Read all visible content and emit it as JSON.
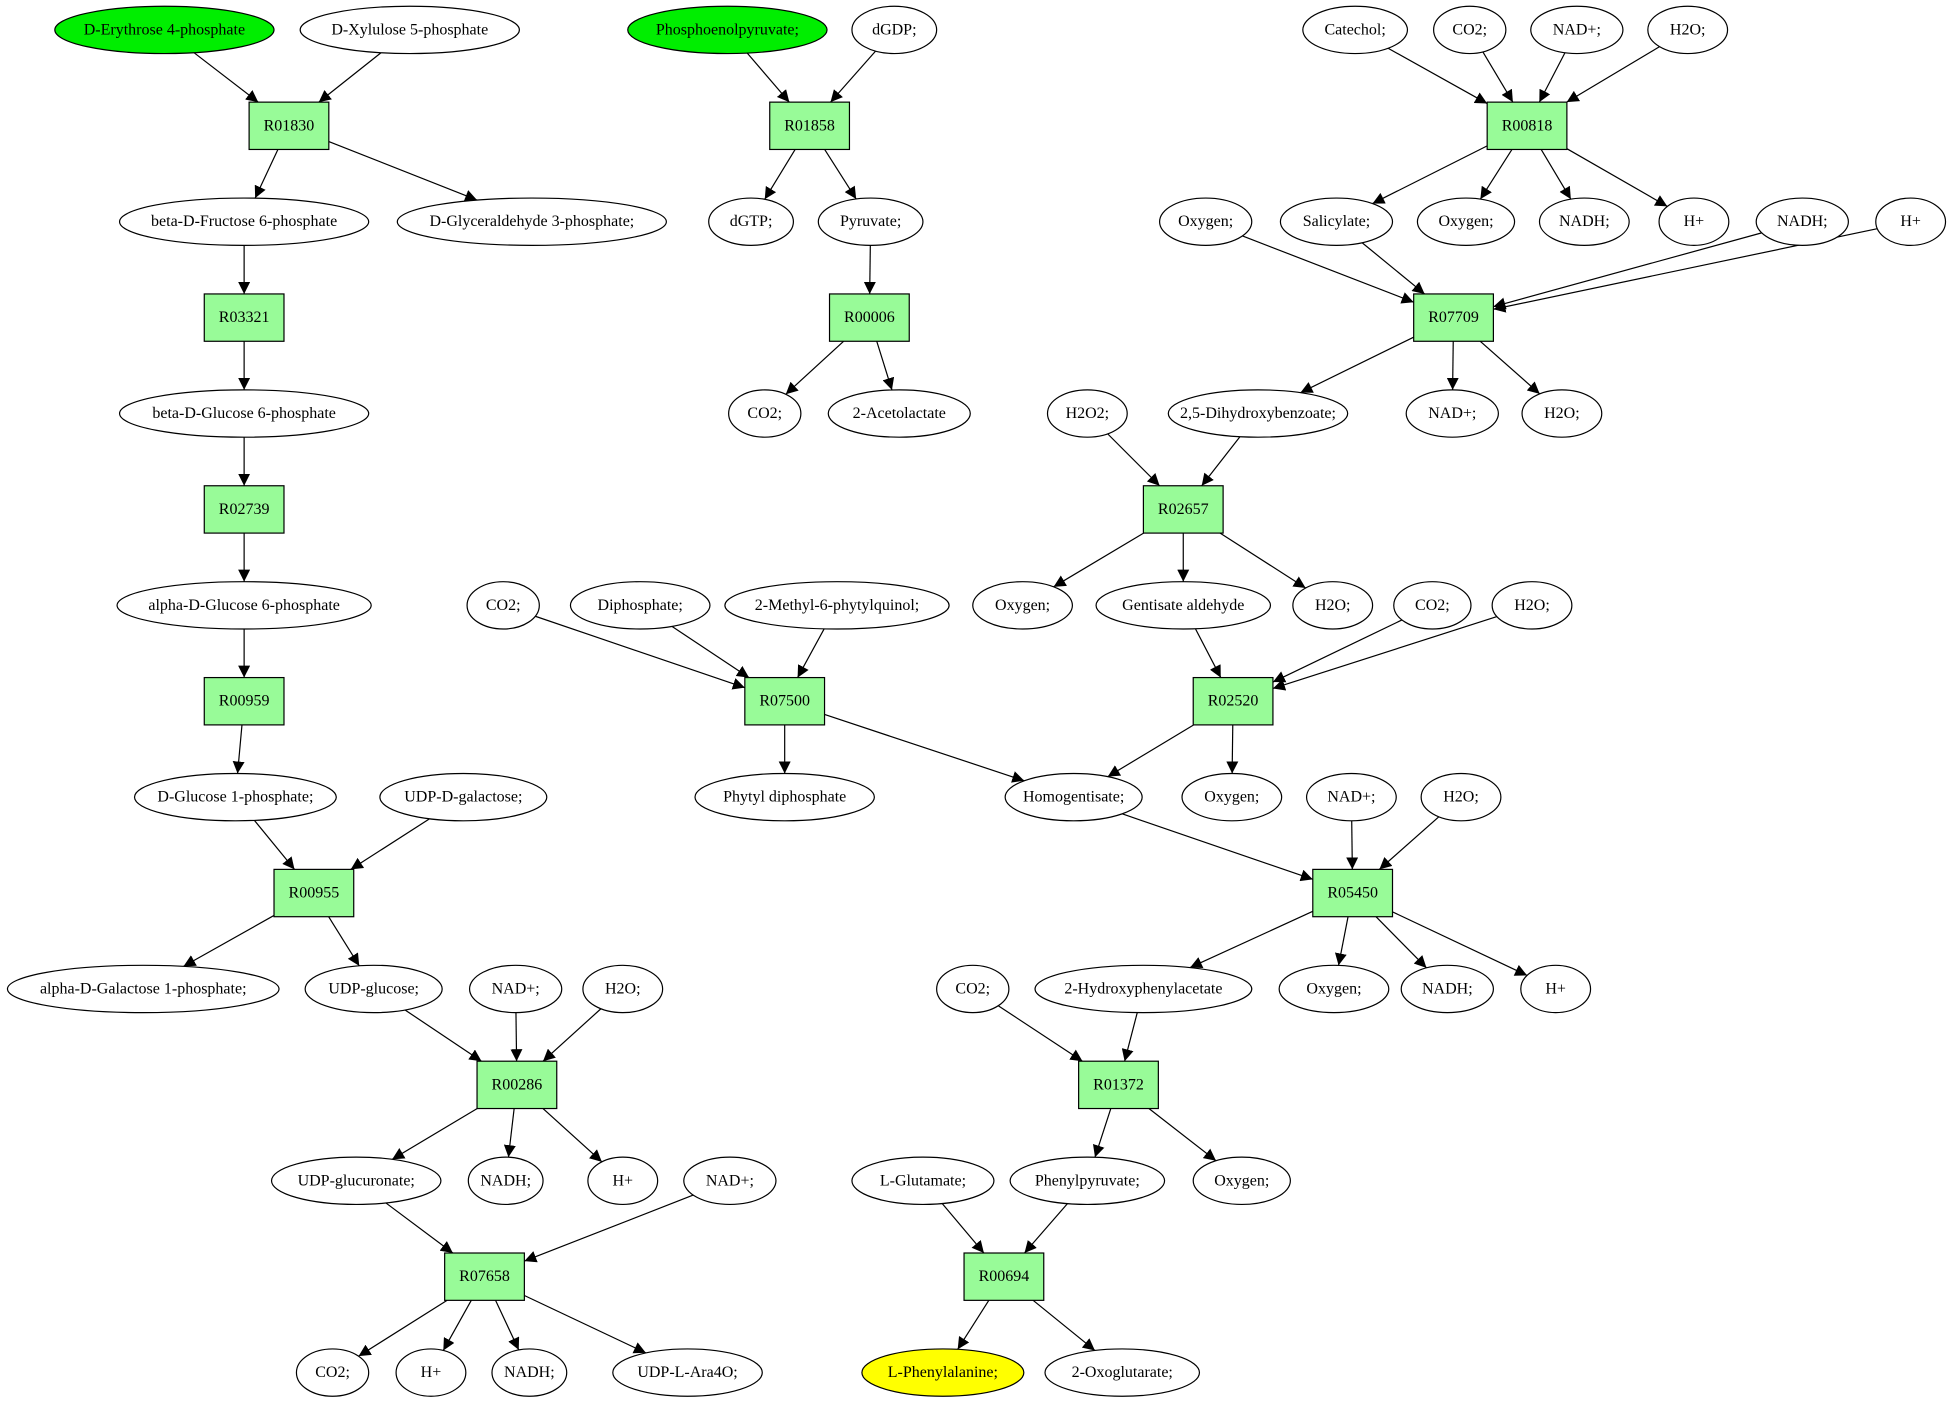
{
  "colors": {
    "reaction_fill": "#98fb98",
    "compound_fill": "#ffffff",
    "start_fill": "#00ee00",
    "target_fill": "#ffff00"
  },
  "reactions": [
    {
      "id": "r01830",
      "label": "R01830"
    },
    {
      "id": "r03321",
      "label": "R03321"
    },
    {
      "id": "r02739",
      "label": "R02739"
    },
    {
      "id": "r00959",
      "label": "R00959"
    },
    {
      "id": "r00955",
      "label": "R00955"
    },
    {
      "id": "r00286",
      "label": "R00286"
    },
    {
      "id": "r07658",
      "label": "R07658"
    },
    {
      "id": "r01858",
      "label": "R01858"
    },
    {
      "id": "r00006",
      "label": "R00006"
    },
    {
      "id": "r00818",
      "label": "R00818"
    },
    {
      "id": "r07709",
      "label": "R07709"
    },
    {
      "id": "r02657",
      "label": "R02657"
    },
    {
      "id": "r07500",
      "label": "R07500"
    },
    {
      "id": "r02520",
      "label": "R02520"
    },
    {
      "id": "r05450",
      "label": "R05450"
    },
    {
      "id": "r01372",
      "label": "R01372"
    },
    {
      "id": "r00694",
      "label": "R00694"
    }
  ],
  "compounds": [
    {
      "id": "e4p",
      "label": "D-Erythrose 4-phosphate",
      "kind": "start"
    },
    {
      "id": "xu5p",
      "label": "D-Xylulose 5-phosphate",
      "kind": "normal"
    },
    {
      "id": "bf6p",
      "label": "beta-D-Fructose 6-phosphate",
      "kind": "normal"
    },
    {
      "id": "g3p",
      "label": "D-Glyceraldehyde 3-phosphate;",
      "kind": "normal"
    },
    {
      "id": "bg6p",
      "label": "beta-D-Glucose 6-phosphate",
      "kind": "normal"
    },
    {
      "id": "ag6p",
      "label": "alpha-D-Glucose 6-phosphate",
      "kind": "normal"
    },
    {
      "id": "g1p",
      "label": "D-Glucose 1-phosphate;",
      "kind": "normal"
    },
    {
      "id": "udpgal",
      "label": "UDP-D-galactose;",
      "kind": "normal"
    },
    {
      "id": "agal1p",
      "label": "alpha-D-Galactose 1-phosphate;",
      "kind": "normal"
    },
    {
      "id": "udpglc",
      "label": "UDP-glucose;",
      "kind": "normal"
    },
    {
      "id": "nad_a",
      "label": "NAD+;",
      "kind": "normal"
    },
    {
      "id": "h2o_a",
      "label": "H2O;",
      "kind": "normal"
    },
    {
      "id": "udpglcu",
      "label": "UDP-glucuronate;",
      "kind": "normal"
    },
    {
      "id": "nadh_a",
      "label": "NADH;",
      "kind": "normal"
    },
    {
      "id": "hplus_a",
      "label": "H+",
      "kind": "normal"
    },
    {
      "id": "nad_b",
      "label": "NAD+;",
      "kind": "normal"
    },
    {
      "id": "co2_a",
      "label": "CO2;",
      "kind": "normal"
    },
    {
      "id": "hplus_b",
      "label": "H+",
      "kind": "normal"
    },
    {
      "id": "nadh_b",
      "label": "NADH;",
      "kind": "normal"
    },
    {
      "id": "udpara",
      "label": "UDP-L-Ara4O;",
      "kind": "normal"
    },
    {
      "id": "pep",
      "label": "Phosphoenolpyruvate;",
      "kind": "start"
    },
    {
      "id": "dgdp",
      "label": "dGDP;",
      "kind": "normal"
    },
    {
      "id": "dgtp",
      "label": "dGTP;",
      "kind": "normal"
    },
    {
      "id": "pyr",
      "label": "Pyruvate;",
      "kind": "normal"
    },
    {
      "id": "co2_b",
      "label": "CO2;",
      "kind": "normal"
    },
    {
      "id": "acetolac",
      "label": "2-Acetolactate",
      "kind": "normal"
    },
    {
      "id": "catechol",
      "label": "Catechol;",
      "kind": "normal"
    },
    {
      "id": "co2_c",
      "label": "CO2;",
      "kind": "normal"
    },
    {
      "id": "nad_c",
      "label": "NAD+;",
      "kind": "normal"
    },
    {
      "id": "h2o_c",
      "label": "H2O;",
      "kind": "normal"
    },
    {
      "id": "oxy_a",
      "label": "Oxygen;",
      "kind": "normal"
    },
    {
      "id": "salicyl",
      "label": "Salicylate;",
      "kind": "normal"
    },
    {
      "id": "oxy_b",
      "label": "Oxygen;",
      "kind": "normal"
    },
    {
      "id": "nadh_c",
      "label": "NADH;",
      "kind": "normal"
    },
    {
      "id": "hplus_c",
      "label": "H+",
      "kind": "normal"
    },
    {
      "id": "nadh_d",
      "label": "NADH;",
      "kind": "normal"
    },
    {
      "id": "hplus_d",
      "label": "H+",
      "kind": "normal"
    },
    {
      "id": "h2o2",
      "label": "H2O2;",
      "kind": "normal"
    },
    {
      "id": "dhb",
      "label": "2,5-Dihydroxybenzoate;",
      "kind": "normal"
    },
    {
      "id": "nad_d",
      "label": "NAD+;",
      "kind": "normal"
    },
    {
      "id": "h2o_d",
      "label": "H2O;",
      "kind": "normal"
    },
    {
      "id": "co2_d",
      "label": "CO2;",
      "kind": "normal"
    },
    {
      "id": "diphos",
      "label": "Diphosphate;",
      "kind": "normal"
    },
    {
      "id": "mpq",
      "label": "2-Methyl-6-phytylquinol;",
      "kind": "normal"
    },
    {
      "id": "oxy_c",
      "label": "Oxygen;",
      "kind": "normal"
    },
    {
      "id": "gentald",
      "label": "Gentisate aldehyde",
      "kind": "normal"
    },
    {
      "id": "h2o_e",
      "label": "H2O;",
      "kind": "normal"
    },
    {
      "id": "co2_e",
      "label": "CO2;",
      "kind": "normal"
    },
    {
      "id": "h2o_f",
      "label": "H2O;",
      "kind": "normal"
    },
    {
      "id": "phytdp",
      "label": "Phytyl diphosphate",
      "kind": "normal"
    },
    {
      "id": "homogent",
      "label": "Homogentisate;",
      "kind": "normal"
    },
    {
      "id": "oxy_d",
      "label": "Oxygen;",
      "kind": "normal"
    },
    {
      "id": "nad_e",
      "label": "NAD+;",
      "kind": "normal"
    },
    {
      "id": "h2o_g",
      "label": "H2O;",
      "kind": "normal"
    },
    {
      "id": "co2_f",
      "label": "CO2;",
      "kind": "normal"
    },
    {
      "id": "hpa",
      "label": "2-Hydroxyphenylacetate",
      "kind": "normal"
    },
    {
      "id": "oxy_e",
      "label": "Oxygen;",
      "kind": "normal"
    },
    {
      "id": "nadh_e",
      "label": "NADH;",
      "kind": "normal"
    },
    {
      "id": "hplus_e",
      "label": "H+",
      "kind": "normal"
    },
    {
      "id": "lglu",
      "label": "L-Glutamate;",
      "kind": "normal"
    },
    {
      "id": "phpyr",
      "label": "Phenylpyruvate;",
      "kind": "normal"
    },
    {
      "id": "oxy_f",
      "label": "Oxygen;",
      "kind": "normal"
    },
    {
      "id": "lphe",
      "label": "L-Phenylalanine;",
      "kind": "target"
    },
    {
      "id": "oxoglu",
      "label": "2-Oxoglutarate;",
      "kind": "normal"
    }
  ],
  "edges": [
    [
      "e4p",
      "r01830"
    ],
    [
      "xu5p",
      "r01830"
    ],
    [
      "r01830",
      "bf6p"
    ],
    [
      "r01830",
      "g3p"
    ],
    [
      "bf6p",
      "r03321"
    ],
    [
      "r03321",
      "bg6p"
    ],
    [
      "bg6p",
      "r02739"
    ],
    [
      "r02739",
      "ag6p"
    ],
    [
      "ag6p",
      "r00959"
    ],
    [
      "r00959",
      "g1p"
    ],
    [
      "g1p",
      "r00955"
    ],
    [
      "udpgal",
      "r00955"
    ],
    [
      "r00955",
      "agal1p"
    ],
    [
      "r00955",
      "udpglc"
    ],
    [
      "udpglc",
      "r00286"
    ],
    [
      "nad_a",
      "r00286"
    ],
    [
      "h2o_a",
      "r00286"
    ],
    [
      "r00286",
      "udpglcu"
    ],
    [
      "r00286",
      "nadh_a"
    ],
    [
      "r00286",
      "hplus_a"
    ],
    [
      "udpglcu",
      "r07658"
    ],
    [
      "nad_b",
      "r07658"
    ],
    [
      "r07658",
      "co2_a"
    ],
    [
      "r07658",
      "hplus_b"
    ],
    [
      "r07658",
      "nadh_b"
    ],
    [
      "r07658",
      "udpara"
    ],
    [
      "pep",
      "r01858"
    ],
    [
      "dgdp",
      "r01858"
    ],
    [
      "r01858",
      "dgtp"
    ],
    [
      "r01858",
      "pyr"
    ],
    [
      "pyr",
      "r00006"
    ],
    [
      "r00006",
      "co2_b"
    ],
    [
      "r00006",
      "acetolac"
    ],
    [
      "catechol",
      "r00818"
    ],
    [
      "co2_c",
      "r00818"
    ],
    [
      "nad_c",
      "r00818"
    ],
    [
      "h2o_c",
      "r00818"
    ],
    [
      "r00818",
      "salicyl"
    ],
    [
      "r00818",
      "oxy_b"
    ],
    [
      "r00818",
      "nadh_c"
    ],
    [
      "r00818",
      "hplus_c"
    ],
    [
      "oxy_a",
      "r07709"
    ],
    [
      "salicyl",
      "r07709"
    ],
    [
      "nadh_d",
      "r07709"
    ],
    [
      "hplus_d",
      "r07709"
    ],
    [
      "r07709",
      "dhb"
    ],
    [
      "r07709",
      "nad_d"
    ],
    [
      "r07709",
      "h2o_d"
    ],
    [
      "h2o2",
      "r02657"
    ],
    [
      "dhb",
      "r02657"
    ],
    [
      "r02657",
      "oxy_c"
    ],
    [
      "r02657",
      "gentald"
    ],
    [
      "r02657",
      "h2o_e"
    ],
    [
      "co2_d",
      "r07500"
    ],
    [
      "diphos",
      "r07500"
    ],
    [
      "mpq",
      "r07500"
    ],
    [
      "r07500",
      "phytdp"
    ],
    [
      "r07500",
      "homogent"
    ],
    [
      "gentald",
      "r02520"
    ],
    [
      "co2_e",
      "r02520"
    ],
    [
      "h2o_f",
      "r02520"
    ],
    [
      "r02520",
      "homogent"
    ],
    [
      "r02520",
      "oxy_d"
    ],
    [
      "homogent",
      "r05450"
    ],
    [
      "nad_e",
      "r05450"
    ],
    [
      "h2o_g",
      "r05450"
    ],
    [
      "r05450",
      "hpa"
    ],
    [
      "r05450",
      "oxy_e"
    ],
    [
      "r05450",
      "nadh_e"
    ],
    [
      "r05450",
      "hplus_e"
    ],
    [
      "co2_f",
      "r01372"
    ],
    [
      "hpa",
      "r01372"
    ],
    [
      "r01372",
      "phpyr"
    ],
    [
      "r01372",
      "oxy_f"
    ],
    [
      "lglu",
      "r00694"
    ],
    [
      "phpyr",
      "r00694"
    ],
    [
      "r00694",
      "lphe"
    ],
    [
      "r00694",
      "oxoglu"
    ]
  ]
}
